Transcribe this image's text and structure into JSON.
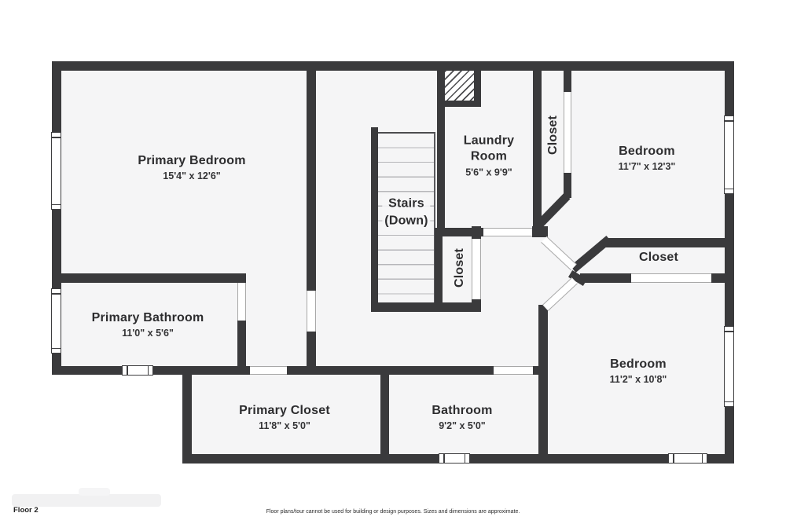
{
  "rooms": {
    "primary_bedroom": {
      "name": "Primary Bedroom",
      "dims": "15'4\" x 12'6\""
    },
    "primary_bathroom": {
      "name": "Primary Bathroom",
      "dims": "11'0\" x 5'6\""
    },
    "primary_closet": {
      "name": "Primary Closet",
      "dims": "11'8\" x 5'0\""
    },
    "bathroom": {
      "name": "Bathroom",
      "dims": "9'2\" x 5'0\""
    },
    "laundry": {
      "name": "Laundry Room",
      "dims": "5'6\" x 9'9\""
    },
    "bedroom_top": {
      "name": "Bedroom",
      "dims": "11'7\" x 12'3\""
    },
    "bedroom_bottom": {
      "name": "Bedroom",
      "dims": "11'2\" x 10'8\""
    },
    "stairs": {
      "name": "Stairs",
      "sub": "(Down)"
    },
    "closet_top": {
      "name": "Closet"
    },
    "closet_mid": {
      "name": "Closet"
    },
    "closet_right": {
      "name": "Closet"
    }
  },
  "footer": {
    "floor_label": "Floor 2",
    "disclaimer": "Floor plans/tour cannot be used for building or design purposes. Sizes and dimensions are approximate."
  },
  "colors": {
    "wall": "#3a3a3c",
    "floor": "#f5f5f6",
    "background": "#ffffff"
  }
}
